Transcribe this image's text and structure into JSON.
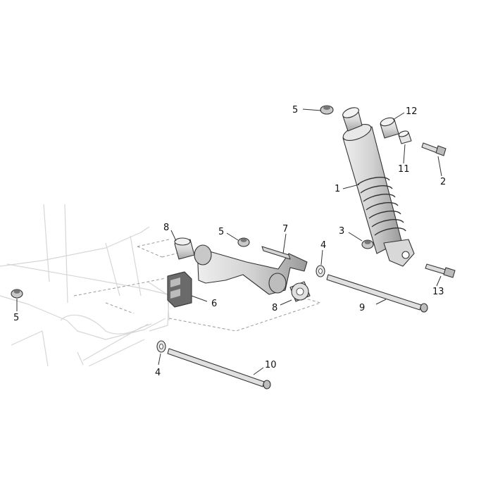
{
  "callouts": [
    {
      "id": "c1",
      "label": "1"
    },
    {
      "id": "c2",
      "label": "2"
    },
    {
      "id": "c3",
      "label": "3"
    },
    {
      "id": "c4a",
      "label": "4"
    },
    {
      "id": "c4b",
      "label": "4"
    },
    {
      "id": "c5a",
      "label": "5"
    },
    {
      "id": "c5b",
      "label": "5"
    },
    {
      "id": "c5c",
      "label": "5"
    },
    {
      "id": "c6",
      "label": "6"
    },
    {
      "id": "c7",
      "label": "7"
    },
    {
      "id": "c8a",
      "label": "8"
    },
    {
      "id": "c8b",
      "label": "8"
    },
    {
      "id": "c9",
      "label": "9"
    },
    {
      "id": "c10",
      "label": "10"
    },
    {
      "id": "c11",
      "label": "11"
    },
    {
      "id": "c12",
      "label": "12"
    },
    {
      "id": "c13",
      "label": "13"
    }
  ],
  "colors": {
    "part_fill": "#e2e2e2",
    "part_dark": "#9c9c9c",
    "frame_line": "#d6d6d6",
    "ink": "#333333"
  }
}
